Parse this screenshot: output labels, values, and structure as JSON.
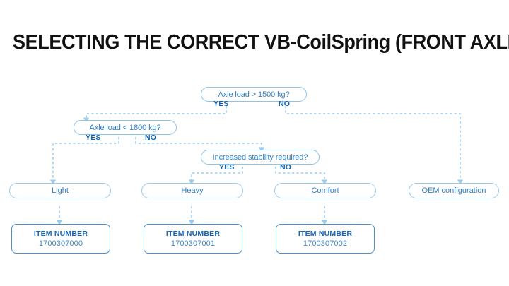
{
  "page": {
    "title": "SELECTING THE CORRECT VB-CoilSpring (FRONT AXLE)",
    "background_color": "#ffffff",
    "title_color": "#111111",
    "accent_color": "#2f7fc4",
    "branch_label_color": "#0f64b4",
    "node_border_color": "#8fc3e8",
    "item_border_color": "#4a90c9",
    "connector_color": "#9ccbea"
  },
  "flowchart": {
    "type": "decision-tree",
    "decisions": [
      {
        "id": "d1",
        "question": "Axle load > 1500 kg?",
        "yes_label": "YES",
        "no_label": "NO",
        "yes_target": "d2",
        "no_target": "r4"
      },
      {
        "id": "d2",
        "question": "Axle load < 1800 kg?",
        "yes_label": "YES",
        "no_label": "NO",
        "yes_target": "r1",
        "no_target": "d3"
      },
      {
        "id": "d3",
        "question": "Increased stability required?",
        "yes_label": "YES",
        "no_label": "NO",
        "yes_target": "r2",
        "no_target": "r3"
      }
    ],
    "results": [
      {
        "id": "r1",
        "label": "Light"
      },
      {
        "id": "r2",
        "label": "Heavy"
      },
      {
        "id": "r3",
        "label": "Comfort"
      },
      {
        "id": "r4",
        "label": "OEM configuration"
      }
    ],
    "items": [
      {
        "for": "r1",
        "label": "ITEM NUMBER",
        "number": "1700307000"
      },
      {
        "for": "r2",
        "label": "ITEM NUMBER",
        "number": "1700307001"
      },
      {
        "for": "r3",
        "label": "ITEM NUMBER",
        "number": "1700307002"
      }
    ]
  }
}
